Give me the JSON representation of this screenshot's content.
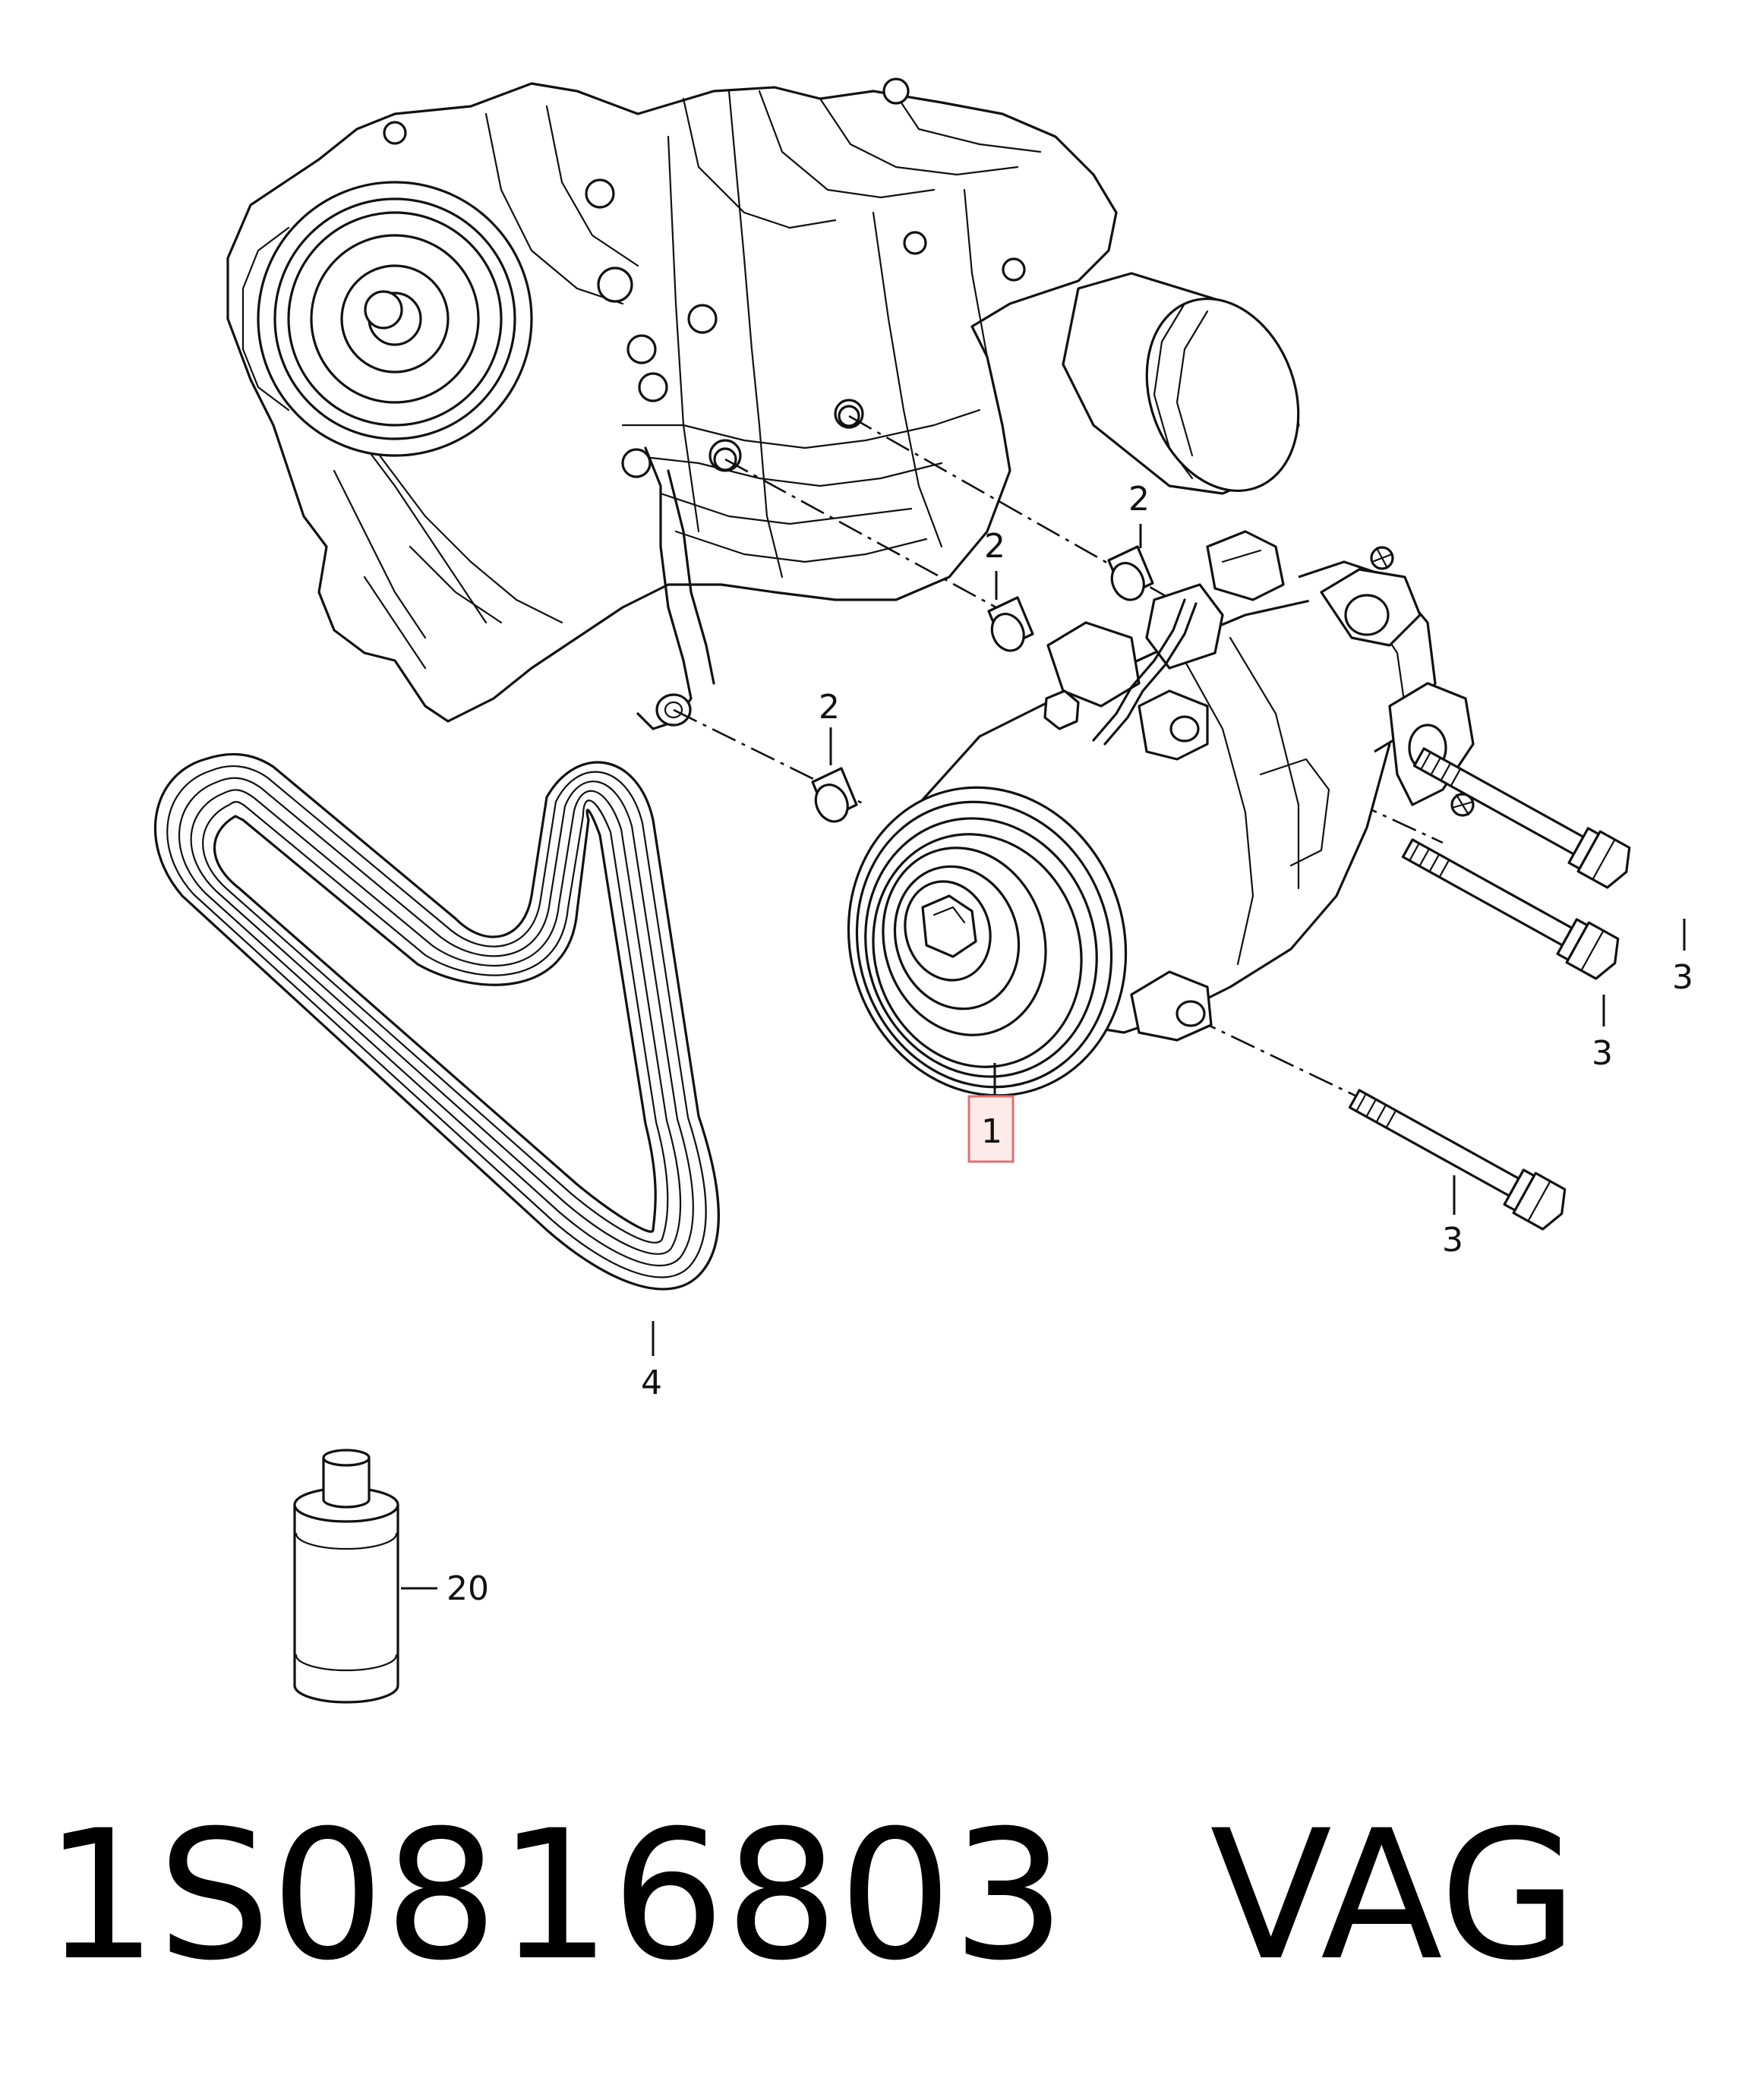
{
  "callouts": {
    "dowel_upper_right": "2",
    "dowel_upper_mid": "2",
    "dowel_lower": "2",
    "compressor": "1",
    "bolt_upper": "3",
    "bolt_middle": "3",
    "bolt_lower": "3",
    "belt": "4",
    "oil_bottle": "20"
  },
  "caption": {
    "part_number": "1S0816803",
    "brand": "VAG"
  },
  "colors": {
    "line": "#111111",
    "highlight_fill": "#fdeaea",
    "highlight_border": "#e07070",
    "background": "#ffffff"
  }
}
